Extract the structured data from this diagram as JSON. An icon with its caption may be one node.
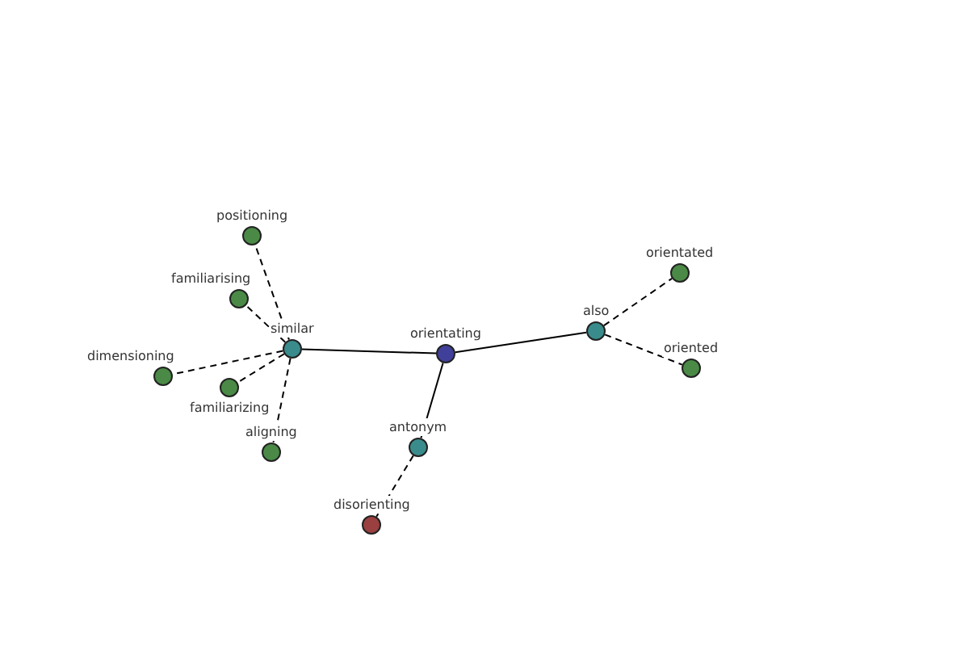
{
  "diagram": {
    "nodes": [
      {
        "text": [
          "orientating"
        ]
      },
      {
        "text": [
          "similar"
        ]
      },
      {
        "text": [
          "also"
        ]
      },
      {
        "text": [
          "antonym"
        ]
      },
      {
        "text": [
          "positioning"
        ]
      },
      {
        "text": [
          "familiarising"
        ]
      },
      {
        "text": [
          "dimensioning"
        ]
      },
      {
        "text": [
          "familiarizing"
        ]
      },
      {
        "text": [
          "aligning"
        ]
      },
      {
        "text": [
          "orientated"
        ]
      },
      {
        "text": [
          "oriented"
        ]
      },
      {
        "text": [
          "disorienting"
        ]
      }
    ],
    "edges": [
      {
        "from": 0,
        "to": 1,
        "arrow": "none"
      },
      {
        "from": 0,
        "to": 2,
        "arrow": "none"
      },
      {
        "from": 0,
        "to": 3,
        "arrow": "none"
      },
      {
        "from": 1,
        "to": 4,
        "arrow": "none",
        "style": "dashed"
      },
      {
        "from": 1,
        "to": 5,
        "arrow": "none",
        "style": "dashed"
      },
      {
        "from": 1,
        "to": 6,
        "arrow": "none",
        "style": "dashed"
      },
      {
        "from": 1,
        "to": 7,
        "arrow": "none",
        "style": "dashed"
      },
      {
        "from": 1,
        "to": 8,
        "arrow": "none",
        "style": "dashed"
      },
      {
        "from": 2,
        "to": 9,
        "arrow": "none",
        "style": "dashed"
      },
      {
        "from": 2,
        "to": 10,
        "arrow": "none",
        "style": "dashed"
      },
      {
        "from": 3,
        "to": 11,
        "arrow": "none",
        "style": "dashed"
      }
    ]
  }
}
